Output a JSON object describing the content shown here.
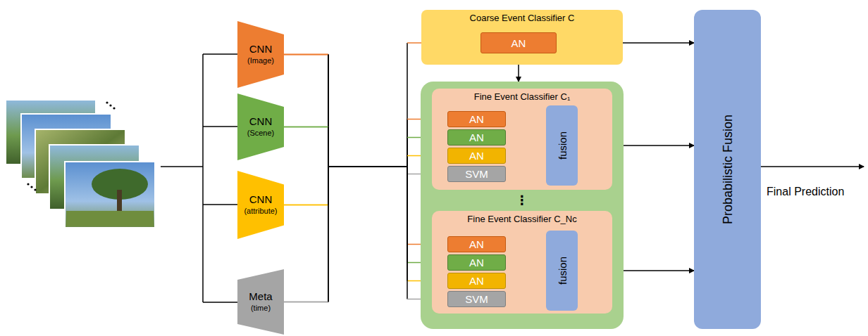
{
  "diagram": {
    "nodes": [
      {
        "text": [
          "CNN",
          "(Image)"
        ]
      },
      {
        "text": [
          "CNN",
          "(Scene)"
        ]
      },
      {
        "text": [
          "CNN",
          "(attribute)"
        ]
      },
      {
        "text": [
          "Meta",
          "(time)"
        ]
      },
      {
        "text": [
          "Coarse Event Classifier C"
        ]
      },
      {
        "text": [
          "AN"
        ],
        "in": 4
      },
      {
        "text": [
          "⋮"
        ]
      },
      {
        "text": [
          "Fine Event Classifier C₁"
        ],
        "in": 6
      },
      {
        "text": [
          "AN"
        ],
        "in": 7
      },
      {
        "text": [
          "AN"
        ],
        "in": 7
      },
      {
        "text": [
          "AN"
        ],
        "in": 7
      },
      {
        "text": [
          "SVM"
        ],
        "in": 7
      },
      {
        "text": [
          "fusion"
        ],
        "in": 7
      },
      {
        "text": [
          "Fine Event Classifier C_Nc"
        ],
        "in": 6
      },
      {
        "text": [
          "AN"
        ],
        "in": 13
      },
      {
        "text": [
          "AN"
        ],
        "in": 13
      },
      {
        "text": [
          "AN"
        ],
        "in": 13
      },
      {
        "text": [
          "SVM"
        ],
        "in": 13
      },
      {
        "text": [
          "fusion"
        ],
        "in": 13
      },
      {
        "text": [
          "Probabilistic Fusion"
        ]
      }
    ],
    "edges": [
      {
        "from": 0,
        "to": 5,
        "arrow": "to"
      },
      {
        "from": 0,
        "to": 8,
        "arrow": "to"
      },
      {
        "from": 1,
        "to": 9,
        "arrow": "to"
      },
      {
        "from": 2,
        "to": 10,
        "arrow": "to"
      },
      {
        "from": 3,
        "to": 11,
        "arrow": "to"
      },
      {
        "from": 0,
        "to": 14,
        "arrow": "to"
      },
      {
        "from": 1,
        "to": 15,
        "arrow": "to"
      },
      {
        "from": 2,
        "to": 16,
        "arrow": "to"
      },
      {
        "from": 3,
        "to": 17,
        "arrow": "to"
      },
      {
        "from": 5,
        "to": 6,
        "arrow": "to"
      },
      {
        "from": 8,
        "to": 12,
        "arrow": "to"
      },
      {
        "from": 9,
        "to": 12,
        "arrow": "to"
      },
      {
        "from": 10,
        "to": 12,
        "arrow": "to"
      },
      {
        "from": 11,
        "to": 12,
        "arrow": "to"
      },
      {
        "from": 14,
        "to": 18,
        "arrow": "to"
      },
      {
        "from": 15,
        "to": 18,
        "arrow": "to"
      },
      {
        "from": 16,
        "to": 18,
        "arrow": "to"
      },
      {
        "from": 17,
        "to": 18,
        "arrow": "to"
      },
      {
        "from": 5,
        "to": 19,
        "arrow": "to"
      },
      {
        "from": 12,
        "to": 19,
        "arrow": "to"
      },
      {
        "from": 18,
        "to": 19,
        "arrow": "to"
      }
    ],
    "labels": [
      "Final Prediction"
    ]
  }
}
